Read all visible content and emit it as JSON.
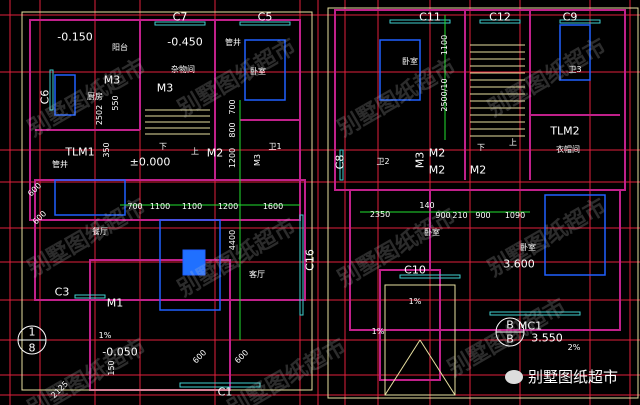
{
  "colors": {
    "background": "#000000",
    "axis": "#e0203c",
    "wall": "#c0208a",
    "outline": "#e8e0a0",
    "dimension": "#22e030",
    "window": "#40d0d0",
    "furniture": "#2060ff"
  },
  "left_plan": {
    "labels": [
      "C7",
      "C5",
      "-0.150",
      "阳台",
      "-0.450",
      "杂物间",
      "管井",
      "卧室",
      "M3",
      "厨房",
      "M3",
      "C6",
      "550",
      "2502",
      "700",
      "800",
      "下",
      "上",
      "M2",
      "TLM1",
      "350",
      "管井",
      "±0.000",
      "1200",
      "M3",
      "卫1",
      "600",
      "700",
      "1100",
      "1100",
      "1200",
      "1600",
      "600",
      "餐厅",
      "4400",
      "客厅",
      "C16",
      "C3",
      "M1",
      "1%",
      "-0.050",
      "1",
      "8",
      "150",
      "600",
      "600",
      "C1",
      "2125"
    ]
  },
  "right_plan": {
    "labels": [
      "C11",
      "C12",
      "C9",
      "1100",
      "卧室",
      "2500/10",
      "卫3",
      "TLM2",
      "衣帽间",
      "M2",
      "M2",
      "M2",
      "卫2",
      "M3",
      "C8",
      "下",
      "上",
      "140",
      "2350",
      "900",
      "210",
      "900",
      "1090",
      "卧室",
      "卧室",
      "3.600",
      "C10",
      "1%",
      "1%",
      "B",
      "B",
      "MC1",
      "3.550",
      "2%"
    ]
  },
  "watermark": {
    "text": "别墅图纸超市",
    "url": "www.bszcs.com"
  },
  "brand": {
    "text": "别墅图纸超市",
    "icon": "wechat-icon"
  }
}
